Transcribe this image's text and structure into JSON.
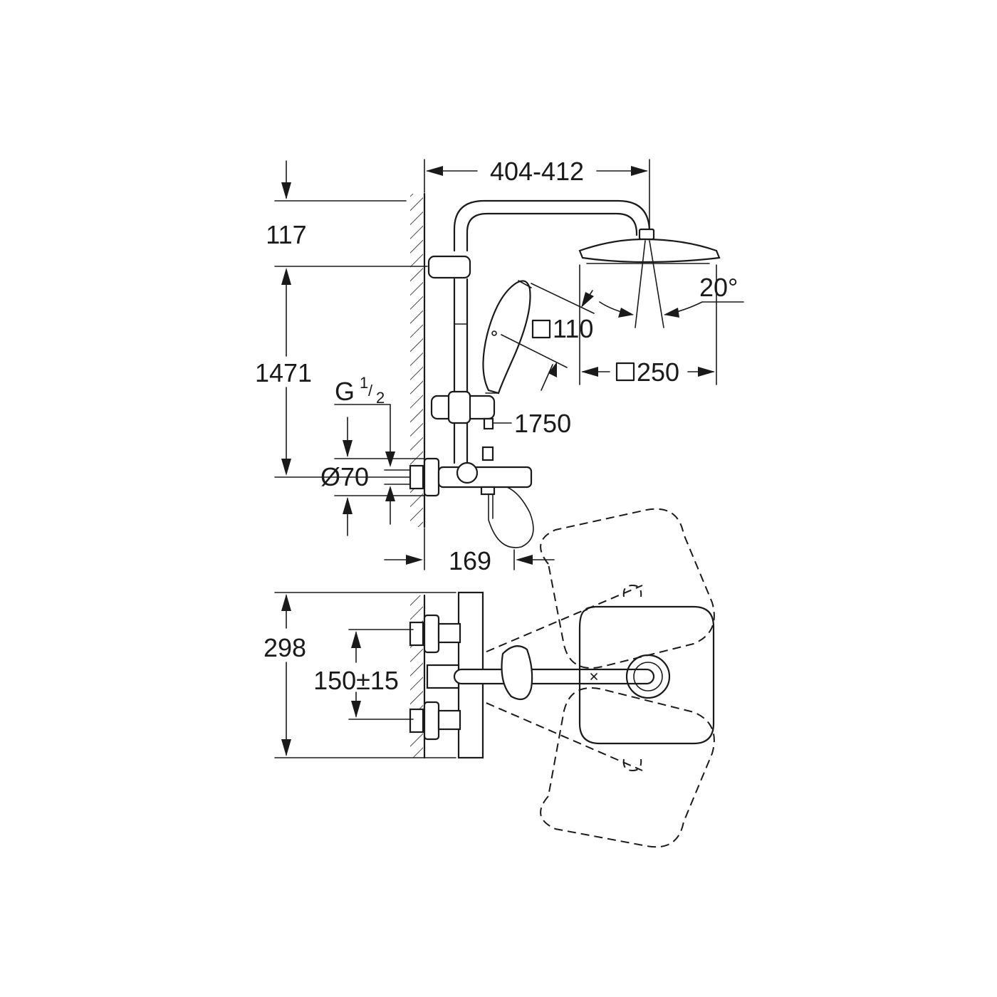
{
  "labels": {
    "width_range": "404-412",
    "head_drop": "117",
    "rail_height": "1471",
    "thread": "G",
    "thread_num": "1",
    "thread_den": "2",
    "flange_dia": "Ø70",
    "hand_shower_size": "110",
    "head_shower_size": "250",
    "tilt_angle": "20°",
    "hose_length": "1750",
    "mixer_depth": "169",
    "plan_depth": "298",
    "centres": "150±15"
  },
  "colors": {
    "line": "#1a1a1a",
    "background": "#ffffff"
  },
  "icons": {
    "square_symbol": "square-size-icon"
  }
}
